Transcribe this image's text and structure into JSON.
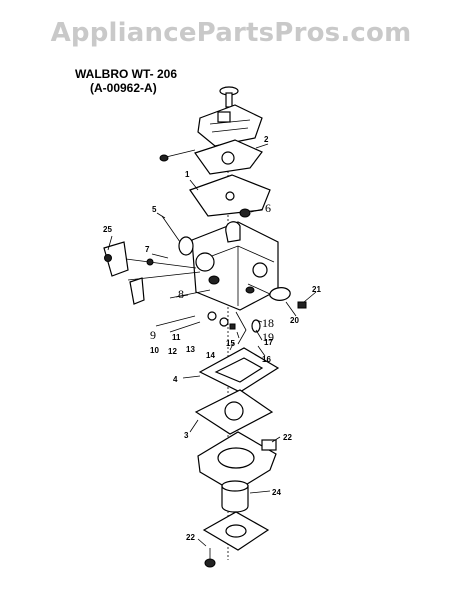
{
  "watermark": "AppliancePartsPros.com",
  "title": {
    "line1": "WALBRO WT- 206",
    "line2": "(A-00962-A)"
  },
  "callouts": [
    {
      "id": "c1",
      "text": "1"
    },
    {
      "id": "c2",
      "text": "2"
    },
    {
      "id": "c3",
      "text": "3"
    },
    {
      "id": "c4",
      "text": "4"
    },
    {
      "id": "c5",
      "text": "5"
    },
    {
      "id": "c6",
      "text": "6"
    },
    {
      "id": "c7",
      "text": "7"
    },
    {
      "id": "c8",
      "text": "8"
    },
    {
      "id": "c9",
      "text": "9"
    },
    {
      "id": "c10",
      "text": "10"
    },
    {
      "id": "c11",
      "text": "11"
    },
    {
      "id": "c12",
      "text": "12"
    },
    {
      "id": "c13",
      "text": "13"
    },
    {
      "id": "c14",
      "text": "14"
    },
    {
      "id": "c15",
      "text": "15"
    },
    {
      "id": "c16",
      "text": "16"
    },
    {
      "id": "c17",
      "text": "17"
    },
    {
      "id": "c18",
      "text": "18"
    },
    {
      "id": "c19",
      "text": "19"
    },
    {
      "id": "c20",
      "text": "20"
    },
    {
      "id": "c21",
      "text": "21"
    },
    {
      "id": "c22a",
      "text": "22"
    },
    {
      "id": "c22b",
      "text": "22"
    },
    {
      "id": "c24",
      "text": "24"
    },
    {
      "id": "c25",
      "text": "25"
    }
  ]
}
